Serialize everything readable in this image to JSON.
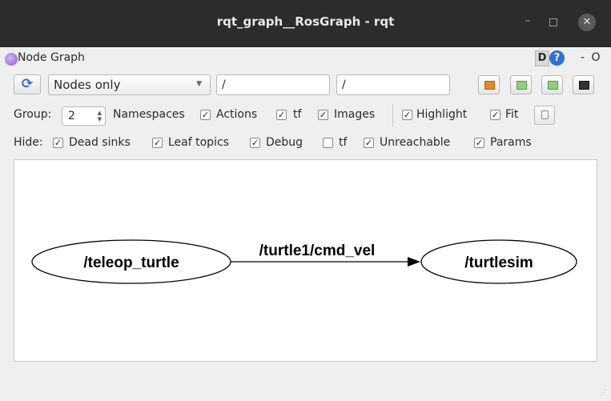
{
  "window": {
    "title": "rqt_graph__RosGraph - rqt",
    "min_glyph": "–",
    "close_glyph": "✕"
  },
  "plugin": {
    "title": "Node Graph",
    "d_label": "D",
    "help_label": "?",
    "close_label": "- O"
  },
  "toolbar": {
    "refresh_glyph": "⟳",
    "graph_type": "Nodes only",
    "ns_filter": "/",
    "topic_filter": "/"
  },
  "options": {
    "group_label": "Group:",
    "group_value": "2",
    "items": [
      {
        "label": "Namespaces",
        "checked": true
      },
      {
        "label": "Actions",
        "checked": true
      },
      {
        "label": "tf",
        "checked": true
      },
      {
        "label": "Images",
        "checked": true
      },
      {
        "label": "Highlight",
        "checked": true
      },
      {
        "label": "Fit",
        "checked": true
      }
    ]
  },
  "hide": {
    "label": "Hide:",
    "items": [
      {
        "label": "Dead sinks",
        "checked": true
      },
      {
        "label": "Leaf topics",
        "checked": true
      },
      {
        "label": "Debug",
        "checked": true
      },
      {
        "label": "tf",
        "checked": false
      },
      {
        "label": "Unreachable",
        "checked": true
      },
      {
        "label": "Params",
        "checked": true
      }
    ]
  },
  "graph": {
    "source_node": "/teleop_turtle",
    "target_node": "/turtlesim",
    "edge_label": "/turtle1/cmd_vel"
  },
  "colors": {
    "titlebar": "#2c2c2c",
    "help_blue": "#2f6fd8",
    "refresh_blue": "#2c6fc8"
  }
}
